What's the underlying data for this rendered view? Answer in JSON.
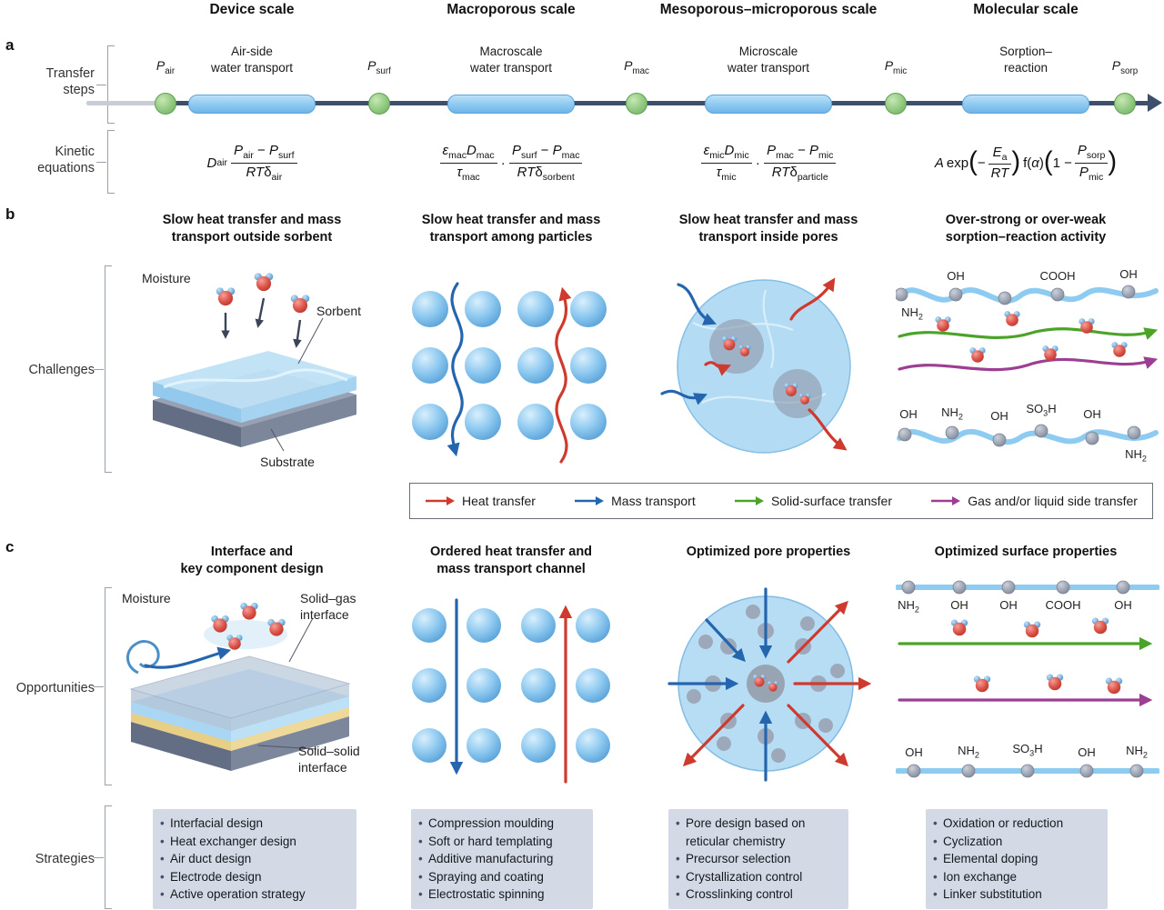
{
  "colors": {
    "heat_red": "#cf3a2e",
    "mass_blue": "#2565ae",
    "solid_green": "#4ca32a",
    "gas_purple": "#9c3f92",
    "node_green": "#8fc87e",
    "line_navy": "#3d4f6b",
    "chain_blue": "#8ecbf0",
    "strategy_box_bg": "#d3dae5"
  },
  "scale_headers": [
    "Device scale",
    "Macroporous scale",
    "Mesoporous–microporous scale",
    "Molecular scale"
  ],
  "panel_a": {
    "letter": "a",
    "transfer_label": "Transfer\nsteps",
    "kinetic_label": "Kinetic\nequations",
    "nodes": [
      "<i>P</i><sub>air</sub>",
      "<i>P</i><sub>surf</sub>",
      "<i>P</i><sub>mac</sub>",
      "<i>P</i><sub>mic</sub>",
      "<i>P</i><sub>sorp</sub>"
    ],
    "steps": [
      "Air-side\nwater transport",
      "Macroscale\nwater transport",
      "Microscale\nwater transport",
      "Sorption–\nreaction"
    ],
    "equations": [
      "<i>D</i><sub>air</sub>&nbsp;<span class='frac'><span class='num'><i>P</i><sub>air</sub> − <i>P</i><sub>surf</sub></span><span class='den'><i>RT</i>δ<sub>air</sub></span></span>",
      "<span class='frac'><span class='num'><i>ε</i><sub>mac</sub><i>D</i><sub>mac</sub></span><span class='den'><i>τ</i><sub>mac</sub></span></span>&nbsp;·&nbsp;<span class='frac'><span class='num'><i>P</i><sub>surf</sub> − <i>P</i><sub>mac</sub></span><span class='den'><i>RT</i>δ<sub>sorbent</sub></span></span>",
      "<span class='frac'><span class='num'><i>ε</i><sub>mic</sub><i>D</i><sub>mic</sub></span><span class='den'><i>τ</i><sub>mic</sub></span></span>&nbsp;·&nbsp;<span class='frac'><span class='num'><i>P</i><sub>mac</sub> − <i>P</i><sub>mic</sub></span><span class='den'><i>RT</i>δ<sub>particle</sub></span></span>",
      "<i>A</i>&thinsp;exp<span class='bigp'>(</span>−&thinsp;<span class='frac'><span class='num'><i>E</i><sub>a</sub></span><span class='den'><i>RT</i></span></span><span class='bigp'>)</span>&thinsp;f(<i>α</i>)<span class='bigp'>(</span>1 −&thinsp;<span class='frac'><span class='num'><i>P</i><sub>sorp</sub></span><span class='den'><i>P</i><sub>mic</sub></span></span><span class='bigp'>)</span>"
    ]
  },
  "panel_b": {
    "letter": "b",
    "row_label": "Challenges",
    "headers": [
      "Slow heat transfer and mass\ntransport outside sorbent",
      "Slow heat transfer and mass\ntransport among particles",
      "Slow heat transfer and mass\ntransport inside pores",
      "Over-strong or over-weak\nsorption–reaction activity"
    ],
    "p1": {
      "moisture": "Moisture",
      "sorbent": "Sorbent",
      "substrate": "Substrate"
    },
    "p4": {
      "top": [
        "NH<sub>2</sub>",
        "OH",
        "COOH",
        "OH"
      ],
      "bottom": [
        "OH",
        "NH<sub>2</sub>",
        "OH",
        "SO<sub>3</sub>H",
        "OH",
        "NH<sub>2</sub>"
      ]
    }
  },
  "legend": {
    "items": [
      {
        "label": "Heat transfer"
      },
      {
        "label": "Mass transport"
      },
      {
        "label": "Solid-surface transfer"
      },
      {
        "label": "Gas and/or liquid side transfer"
      }
    ]
  },
  "panel_c": {
    "letter": "c",
    "row_label": "Opportunities",
    "strategies_label": "Strategies",
    "headers": [
      "Interface and\nkey component design",
      "Ordered heat transfer and\nmass transport channel",
      "Optimized pore properties",
      "Optimized surface properties"
    ],
    "p1": {
      "moisture": "Moisture",
      "solid_gas": "Solid–gas\ninterface",
      "solid_solid": "Solid–solid\ninterface"
    },
    "p4": {
      "top": [
        "NH<sub>2</sub>",
        "OH",
        "OH",
        "COOH",
        "OH"
      ],
      "bottom": [
        "OH",
        "NH<sub>2</sub>",
        "SO<sub>3</sub>H",
        "OH",
        "NH<sub>2</sub>"
      ]
    }
  },
  "strategies": [
    {
      "items": [
        "Interfacial design",
        "Heat exchanger design",
        "Air duct design",
        "Electrode design",
        "Active operation strategy"
      ]
    },
    {
      "items": [
        "Compression moulding",
        "Soft or hard templating",
        "Additive manufacturing",
        "Spraying and coating",
        "Electrostatic spinning"
      ]
    },
    {
      "items": [
        "Pore design based on reticular chemistry",
        "Precursor selection",
        "Crystallization control",
        "Crosslinking control"
      ]
    },
    {
      "items": [
        "Oxidation or reduction",
        "Cyclization",
        "Elemental doping",
        "Ion exchange",
        "Linker substitution"
      ]
    }
  ]
}
